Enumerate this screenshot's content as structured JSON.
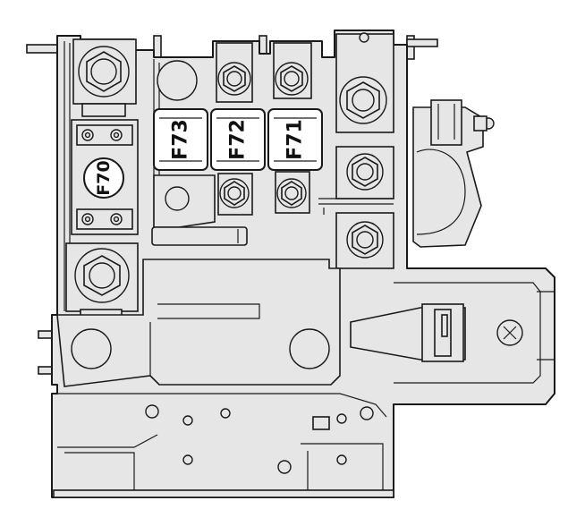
{
  "fuses": {
    "f70": "F70",
    "f71": "F71",
    "f72": "F72",
    "f73": "F73"
  },
  "colors": {
    "body": "#e6e6e6",
    "line": "#1a1a1a",
    "fuse_face": "#ffffff"
  }
}
